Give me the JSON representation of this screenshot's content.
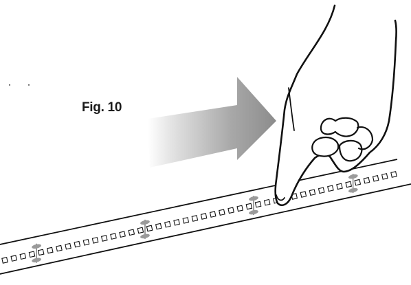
{
  "figure": {
    "label": "Fig. 10"
  },
  "strip": {
    "led_count": 44,
    "cut_marks": 4
  },
  "colors": {
    "ink": "#111111",
    "cut_mark": "#9a9a9a",
    "arrow_dark": "#8c8c8c",
    "arrow_light": "#ffffff"
  },
  "icons": {
    "arrow": "press-direction-arrow-icon",
    "hand": "pointing-hand-icon"
  }
}
